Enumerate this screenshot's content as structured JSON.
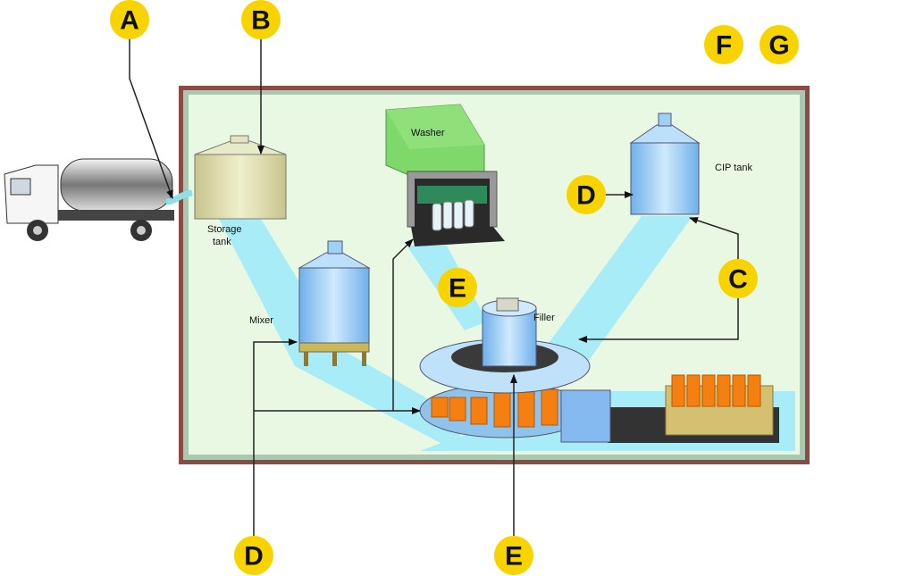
{
  "labels": {
    "washer": "Washer",
    "cip_tank": "CIP tank",
    "storage_tank_line1": "Storage",
    "storage_tank_line2": "tank",
    "mixer": "Mixer",
    "filler": "Filler"
  },
  "badges": {
    "a": "A",
    "b": "B",
    "c": "C",
    "d_top": "D",
    "d_bottom": "D",
    "e_top": "E",
    "e_bottom": "E",
    "f": "F",
    "g": "G"
  },
  "colors": {
    "badge": "#f7d400",
    "frame": "#8b4a44",
    "background": "#e9f8e2",
    "flow_beam": "#a8ecf8",
    "tank_blue": "#9fd0f5",
    "washer_green": "#7ed86a",
    "juice_orange": "#f57f10"
  }
}
